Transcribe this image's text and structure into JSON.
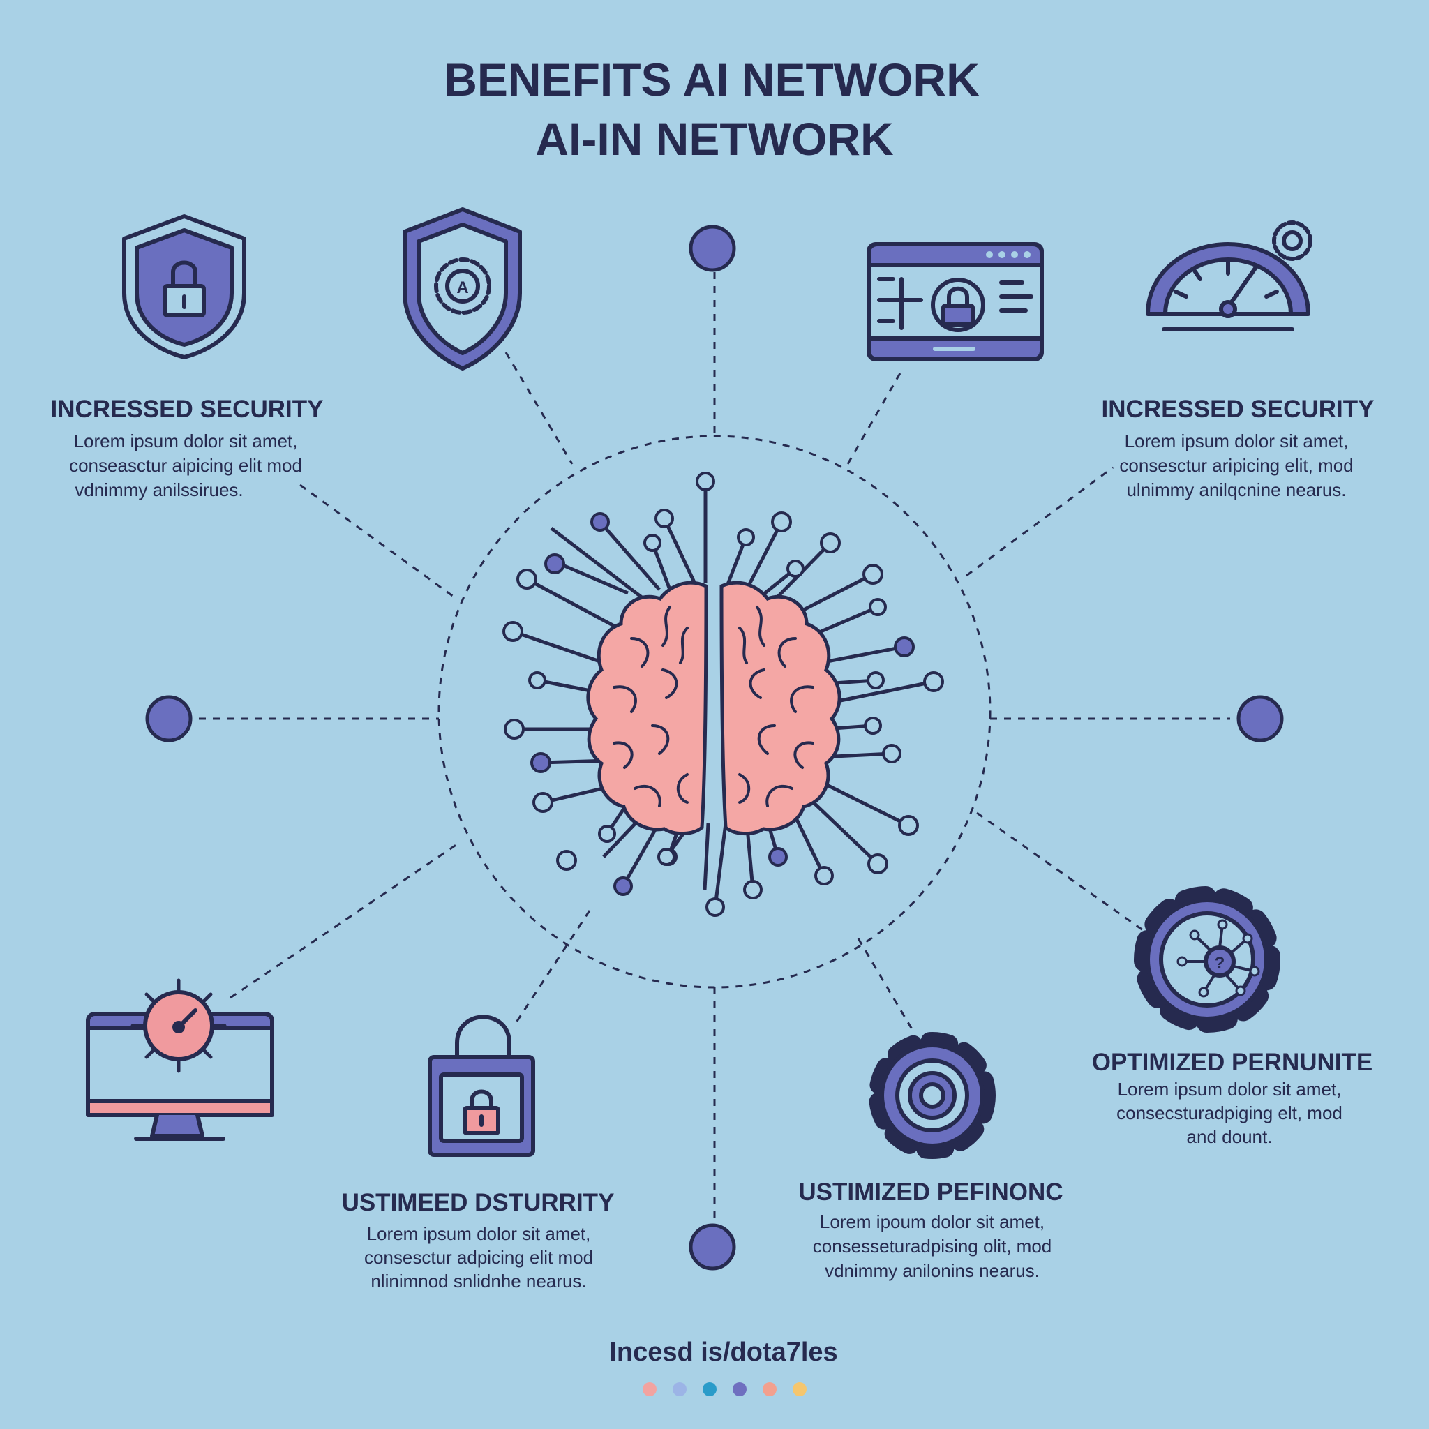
{
  "title": {
    "line1": "BENEFITS AI NETWORK",
    "line2": "AI-IN NETWORK"
  },
  "benefits": [
    {
      "heading": "INCRESSED SECURITY",
      "lines": [
        "Lorem ipsum dolor sit amet,",
        "conseasctur aipicing elit mod",
        "vdnimmy anilssirues."
      ]
    },
    {
      "heading": "INCRESSED SECURITY",
      "lines": [
        "Lorem ipsum dolor sit amet,",
        "consesctur aripicing elit, mod",
        "ulnimmy anilqcnine nearus."
      ]
    },
    {
      "heading": "OPTIMIZED PERNUNITE",
      "lines": [
        "Lorem ipsum dolor sit amet,",
        "consecsturadpiging elt, mod",
        "and dount."
      ]
    },
    {
      "heading": "USTIMIZED PEFINONC",
      "lines": [
        "Lorem ipoum dolor sit amet,",
        "consesseturadpising olit, mod",
        "vdnimmy anilonins nearus."
      ]
    },
    {
      "heading": "USTIMEED DSTURRITY",
      "lines": [
        "Lorem ipsum dolor sit amet,",
        "consesctur adpicing elit mod",
        "nlinimnod snlidnhe nearus."
      ]
    }
  ],
  "footer": {
    "text": "Incesd is/dota7les",
    "dots": [
      "#f2a3a0",
      "#9cb4e6",
      "#2a9bc9",
      "#6f6fbf",
      "#f2a08e",
      "#f5c66e"
    ]
  },
  "colors": {
    "background": "#a9d1e6",
    "ink": "#262a4f",
    "accent": "#6a6fbf",
    "brain": "#f4a7a5",
    "pink": "#f09a9e"
  }
}
